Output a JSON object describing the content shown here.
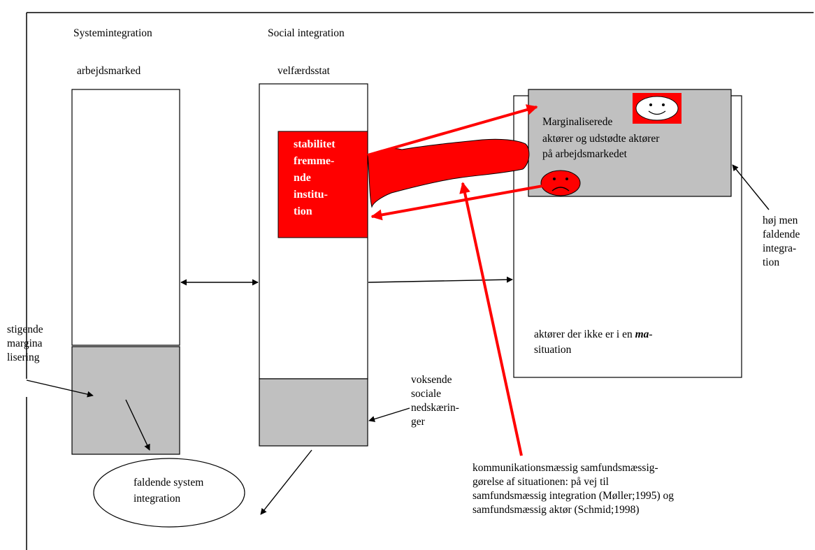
{
  "colors": {
    "red": "#ff0000",
    "gray": "#c0c0c0",
    "black": "#000000",
    "white": "#ffffff"
  },
  "headers": {
    "col1_title": "Systemintegration",
    "col1_sub": "arbejdsmarked",
    "col2_title": "Social integration",
    "col2_sub": "velfærdsstat"
  },
  "institution": {
    "lines": [
      "stabilitet",
      "fremme-",
      "nde",
      "institu-",
      "tion"
    ]
  },
  "marginalized_box": {
    "line1": "Marginaliserede",
    "line2": "aktører  og udstødte aktører",
    "line3": "på arbejdsmarkedet"
  },
  "actors_box": {
    "line1_pre": "aktører der ikke er i en ",
    "line1_emph": "ma",
    "line1_post": "-",
    "line2": "situation"
  },
  "right_note": {
    "lines": [
      "høj men",
      "faldende",
      "integra-",
      "tion"
    ]
  },
  "left_note": {
    "lines": [
      "stigende",
      "margina",
      "lisering"
    ]
  },
  "cuts_note": {
    "lines": [
      "voksende",
      "sociale",
      "nedskærin-",
      "ger"
    ]
  },
  "ellipse": {
    "line1": "faldende system",
    "line2": "integration"
  },
  "communication_note": {
    "lines": [
      "kommunikationsmæssig samfundsmæssig-",
      "gørelse af situationen: på vej til",
      "samfundsmæssig integration (Møller;1995) og",
      "samfundsmæssig aktør (Schmid;1998)"
    ]
  },
  "icons": [
    "smiley-happy-icon",
    "smiley-sad-icon"
  ]
}
